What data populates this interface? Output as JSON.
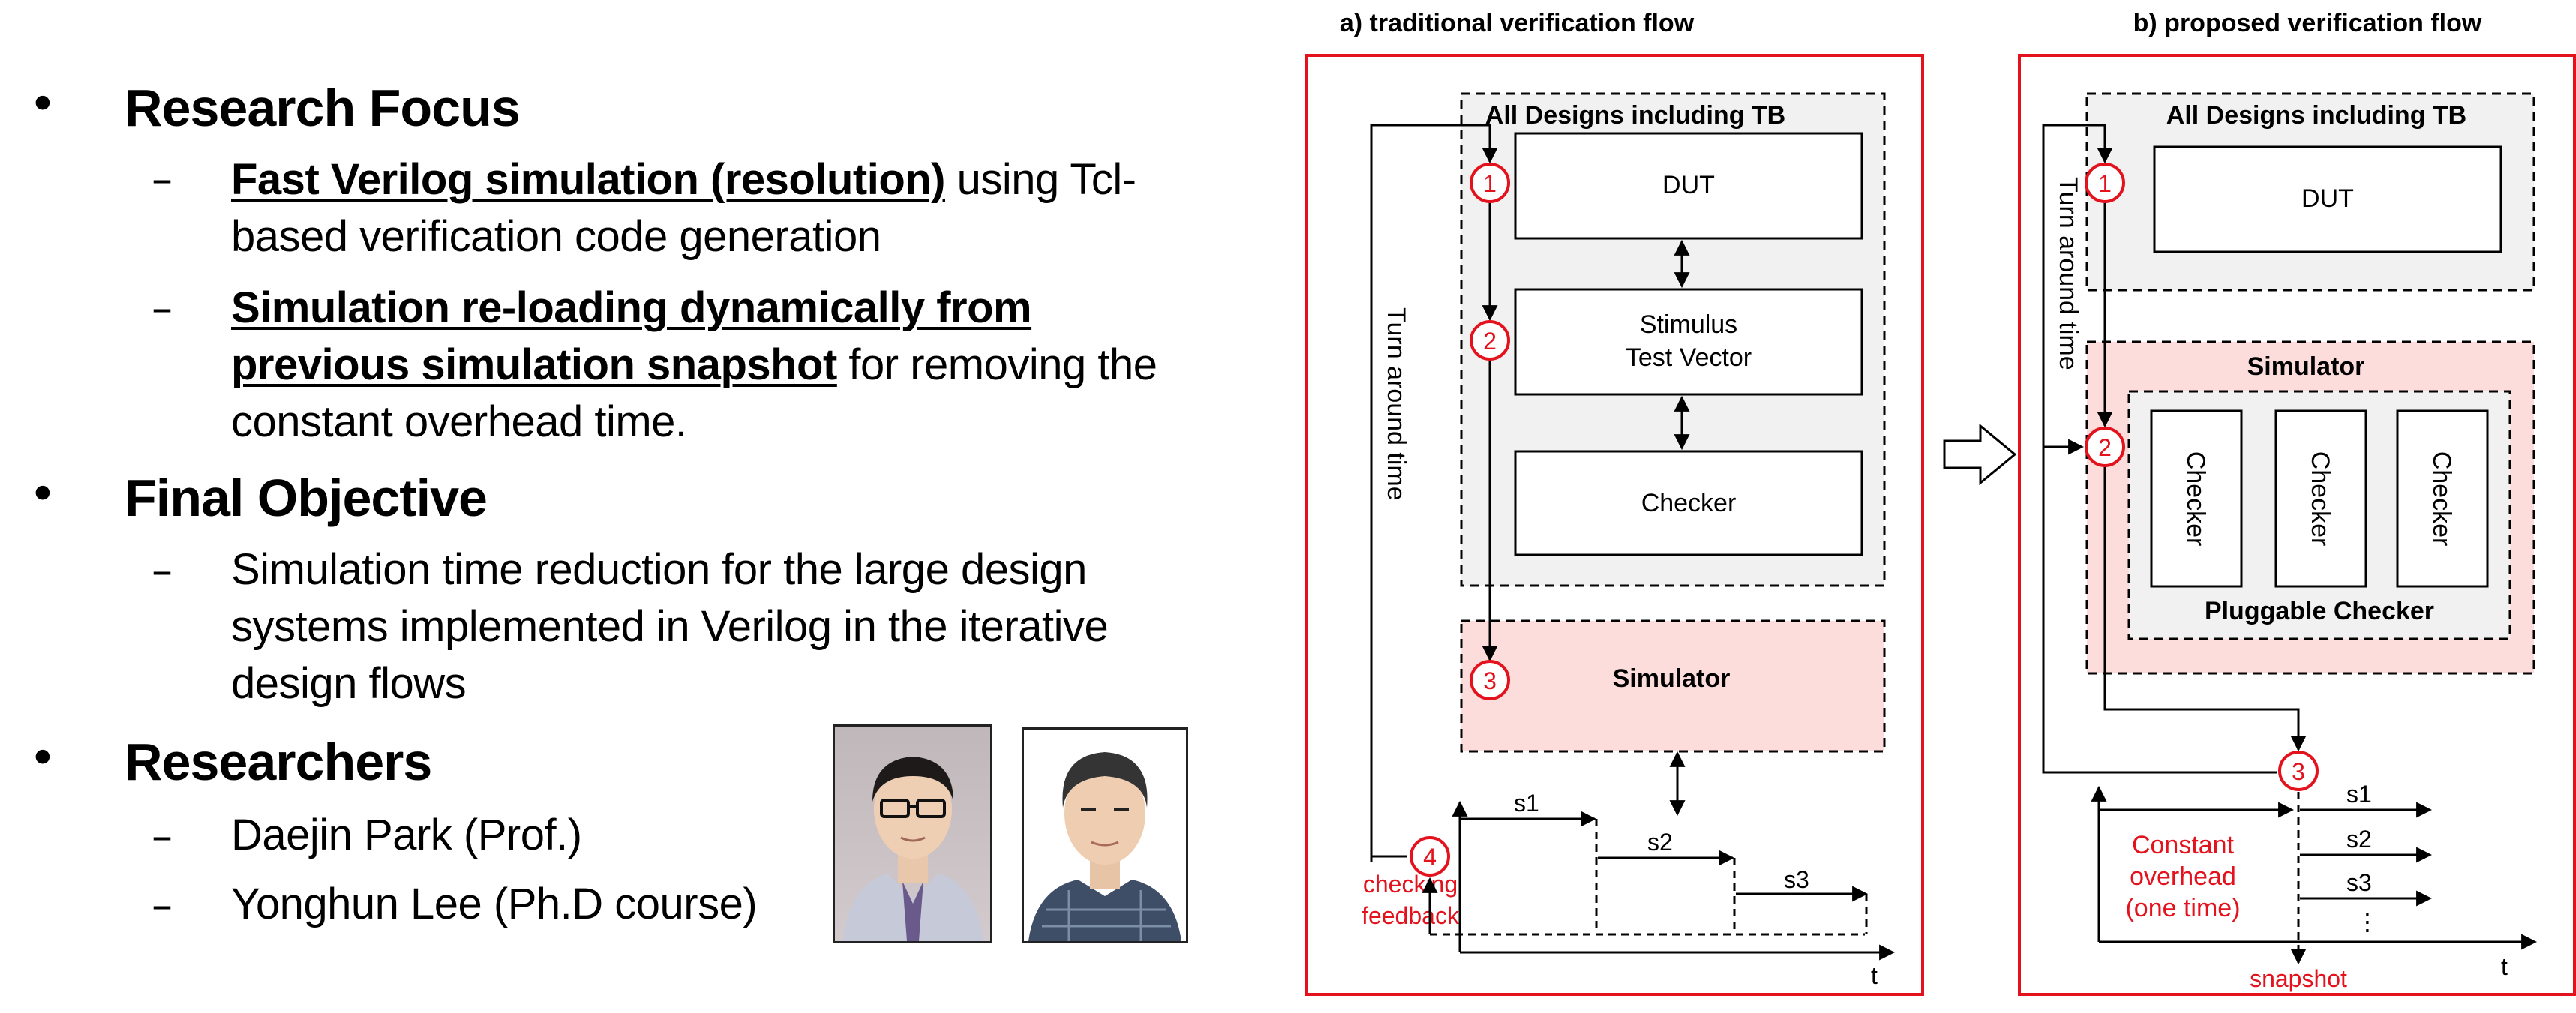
{
  "left_panel": {
    "sections": [
      {
        "heading": "Research Focus",
        "items": [
          {
            "bold": "Fast Verilog simulation (resolution)",
            "text": " using Tcl-based verification code generation"
          },
          {
            "bold": "Simulation re-loading dynamically  from previous simulation snapshot",
            "text": " for removing the  constant overhead time."
          }
        ]
      },
      {
        "heading": "Final Objective",
        "items": [
          {
            "bold": "",
            "text": "Simulation time reduction for the large design systems implemented in Verilog in the iterative design flows"
          }
        ]
      },
      {
        "heading": "Researchers",
        "items": [
          {
            "bold": "",
            "text": "Daejin Park (Prof.)"
          },
          {
            "bold": "",
            "text": "Yonghun Lee (Ph.D course)"
          }
        ]
      }
    ],
    "photos": [
      "researcher-photo-daejin-park",
      "researcher-photo-yonghun-lee"
    ]
  },
  "diagram_a": {
    "title": "a) traditional verification flow",
    "group_title": "All Designs including TB",
    "dut": "DUT",
    "stimulus_line1": "Stimulus",
    "stimulus_line2": "Test Vector",
    "checker": "Checker",
    "simulator": "Simulator",
    "turnaround": "Turn around time",
    "feedback_line1": "checking",
    "feedback_line2": "feedback",
    "steps": [
      "1",
      "2",
      "3",
      "4"
    ],
    "timeline_labels": [
      "s1",
      "s2",
      "s3"
    ],
    "time_axis": "t"
  },
  "diagram_b": {
    "title": "b) proposed verification flow",
    "group_title": "All Designs including TB",
    "dut": "DUT",
    "simulator": "Simulator",
    "checkers": [
      "Checker",
      "Checker",
      "Checker"
    ],
    "pluggable": "Pluggable Checker",
    "turnaround": "Turn around time",
    "steps": [
      "1",
      "2",
      "3"
    ],
    "overhead_line1": "Constant",
    "overhead_line2": "overhead",
    "overhead_line3": "(one time)",
    "timeline_labels": [
      "s1",
      "s2",
      "s3",
      "⋮"
    ],
    "snapshot": "snapshot",
    "time_axis": "t"
  },
  "colors": {
    "frame_red": "#e3121d",
    "sim_fill": "#fddcdc",
    "group_fill": "#f1f1f1"
  }
}
